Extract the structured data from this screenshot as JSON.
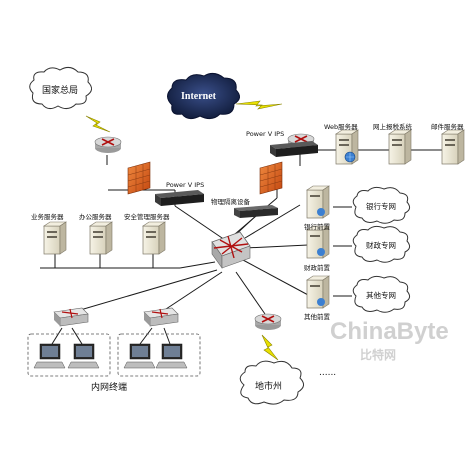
{
  "labels": {
    "hq_cloud": "国家总局",
    "internet_cloud": "Internet",
    "ips_left": "Power V IPS",
    "ips_right": "Power V IPS",
    "isolation_device": "物理隔离设备",
    "web_server": "Web服务器",
    "tax_server": "网上报税系统",
    "mail_server": "邮件服务器",
    "biz_server": "业务服务器",
    "office_server": "办公服务器",
    "security_server": "安全管理服务器",
    "bank_front": "银行前置",
    "finance_front": "财政前置",
    "other_front": "其他前置",
    "bank_cloud": "银行专网",
    "finance_cloud": "财政专网",
    "other_cloud": "其他专网",
    "city_cloud": "地市州",
    "intranet_terminals": "内网终端",
    "ellipsis": "......",
    "watermark_main": "ChinaByte",
    "watermark_sub": "比特网"
  },
  "colors": {
    "line": "#1a1a1a",
    "router": "#c9c9c9",
    "router_arrow": "#b01010",
    "firewall": "#d2551a",
    "lightning": "#e8e000",
    "internet_cloud": "#1b2a55",
    "server": "#e8e4d4",
    "dash_box": "#555555"
  }
}
